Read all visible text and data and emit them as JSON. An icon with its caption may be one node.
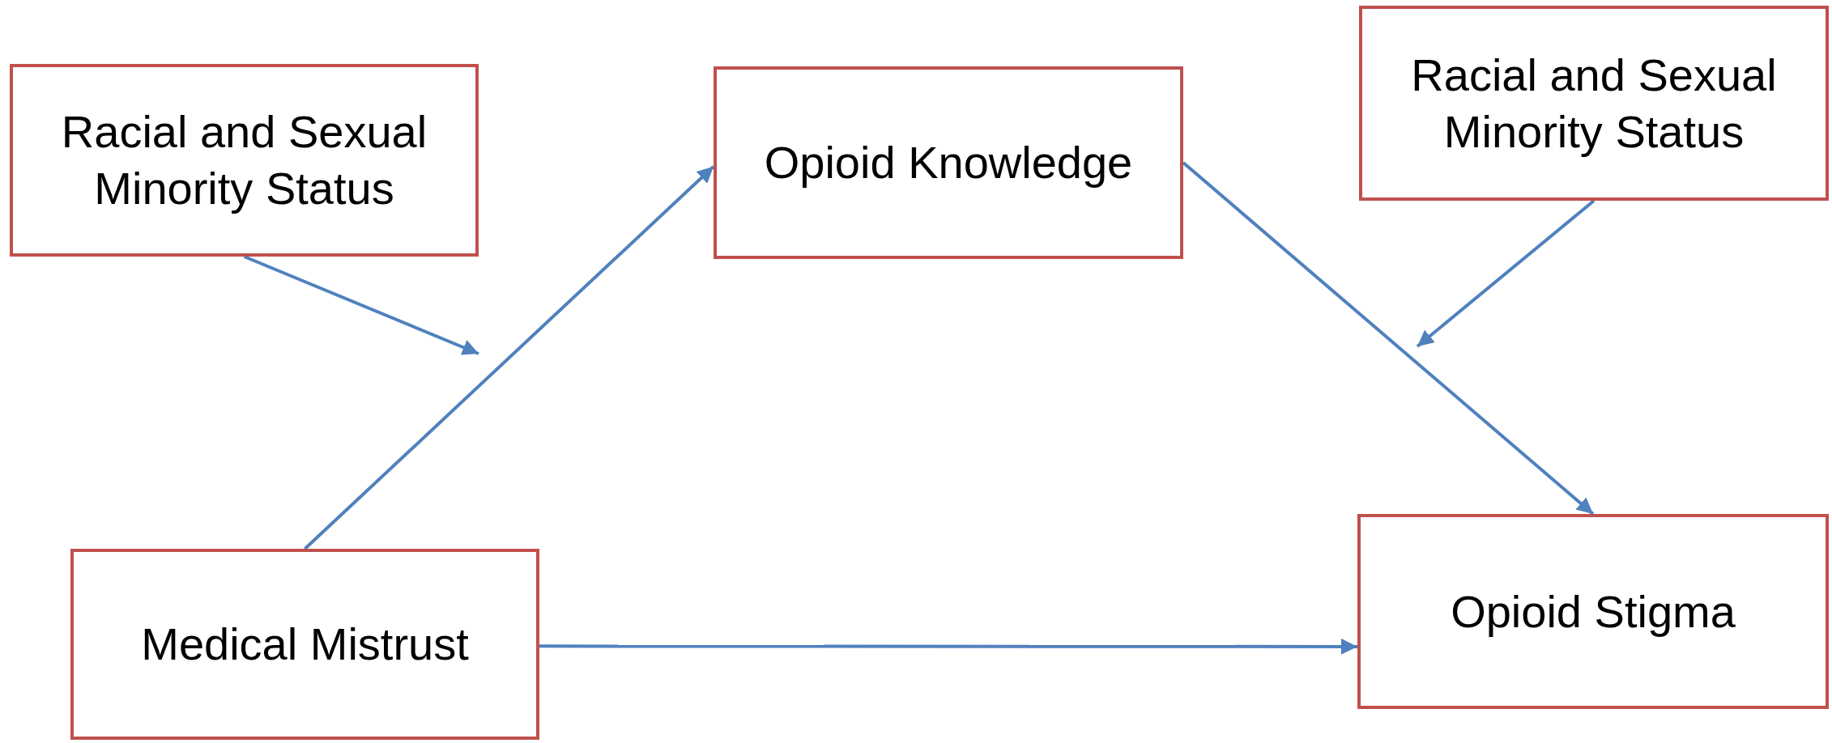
{
  "diagram": {
    "nodes": [
      {
        "text": [
          "Racial and Sexual Minority Status"
        ]
      },
      {
        "text": [
          "Opioid Knowledge"
        ]
      },
      {
        "text": [
          "Racial and Sexual Minority Status"
        ]
      },
      {
        "text": [
          "Medical Mistrust"
        ]
      },
      {
        "text": [
          "Opioid Stigma"
        ]
      }
    ],
    "edges": [
      {
        "from": 3,
        "to": 1,
        "arrow": "to"
      },
      {
        "from": 1,
        "to": 4,
        "arrow": "to"
      },
      {
        "from": 3,
        "to": 4,
        "arrow": "to"
      },
      {
        "from": 0,
        "to": null,
        "arrow": "to"
      },
      {
        "from": 2,
        "to": null,
        "arrow": "to"
      }
    ]
  }
}
